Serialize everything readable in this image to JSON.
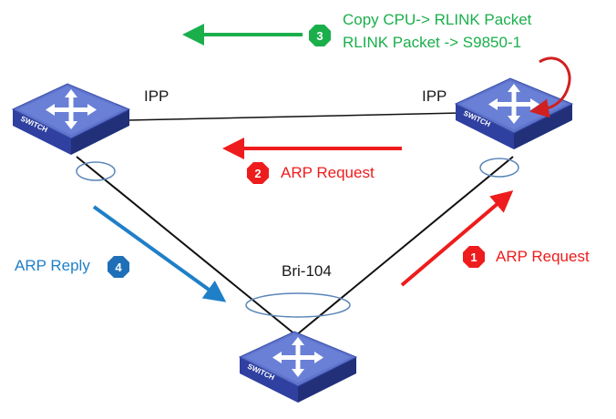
{
  "colors": {
    "green": "#1aaf4b",
    "red": "#ee1c1c",
    "blue": "#1f7fc7",
    "switch_top": "#5a6ec8",
    "switch_side": "#2b3c94",
    "link": "#111111",
    "aggregation_ring": "#5a86b8"
  },
  "switches": [
    {
      "id": "top-left",
      "label": "SWITCH",
      "icon": "switch-arrows-icon"
    },
    {
      "id": "top-right",
      "label": "SWITCH",
      "icon": "switch-arrows-icon"
    },
    {
      "id": "bottom",
      "label": "SWITCH",
      "icon": "switch-arrows-icon"
    }
  ],
  "links": {
    "ipp_left": "IPP",
    "ipp_right": "IPP",
    "bridge": "Bri-104"
  },
  "steps": [
    {
      "number": "1",
      "text": "ARP Request",
      "color": "red",
      "badge_shape": "octagon"
    },
    {
      "number": "2",
      "text": "ARP Request",
      "color": "red",
      "badge_shape": "octagon"
    },
    {
      "number": "3",
      "lines": [
        "Copy CPU-> RLINK Packet",
        "RLINK Packet -> S9850-1"
      ],
      "color": "green",
      "badge_shape": "octagon"
    },
    {
      "number": "4",
      "text": "ARP Reply",
      "color": "blue",
      "badge_shape": "octagon"
    }
  ]
}
